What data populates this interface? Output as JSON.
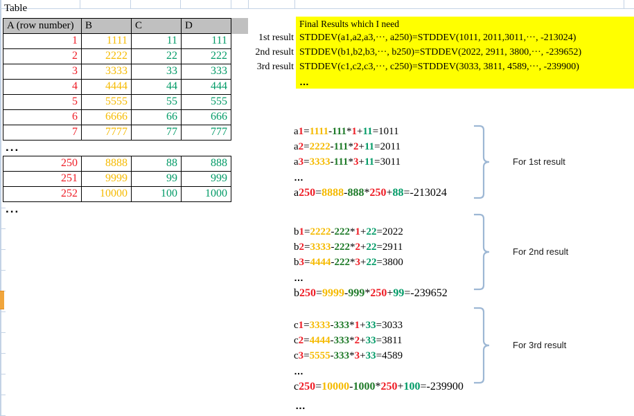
{
  "sheet": {
    "title": "Table",
    "grid": {
      "line_color": "#c3d2e5",
      "v_positions": [
        0,
        115,
        188,
        260,
        333,
        358,
        425,
        900
      ],
      "h_positions": [
        12,
        300,
        330,
        360,
        390,
        420,
        450,
        480,
        510,
        540,
        570,
        600
      ],
      "row_marker_color": "#f0a53c"
    }
  },
  "table": {
    "name": "Table",
    "headers": [
      "A (row number)",
      "B",
      "C",
      "D"
    ],
    "rows": [
      [
        "1",
        "1111",
        "11",
        "111"
      ],
      [
        "2",
        "2222",
        "22",
        "222"
      ],
      [
        "3",
        "3333",
        "33",
        "333"
      ],
      [
        "4",
        "4444",
        "44",
        "444"
      ],
      [
        "5",
        "5555",
        "55",
        "555"
      ],
      [
        "6",
        "6666",
        "66",
        "666"
      ],
      [
        "7",
        "7777",
        "77",
        "777"
      ]
    ],
    "gap_ellipsis": "...",
    "rows_tail": [
      [
        "250",
        "8888",
        "88",
        "888"
      ],
      [
        "251",
        "9999",
        "99",
        "999"
      ],
      [
        "252",
        "10000",
        "100",
        "1000"
      ]
    ],
    "end_ellipsis": "...",
    "colors": {
      "column_a": "#ee1c25",
      "column_b": "#f5ba00",
      "column_c": "#009a66",
      "column_d": "#009a66",
      "header_bg": "#c0c0c0"
    }
  },
  "final_results": {
    "highlight_color": "#ffff00",
    "heading": "Final Results which I need",
    "labels": [
      "1st result",
      "2nd result",
      "3rd result"
    ],
    "lines": [
      "STDDEV(a1,a2,a3,···, a250)=STDDEV(1011, 2011,3011,···, -213024)",
      "STDDEV(b1,b2,b3,···, b250)=STDDEV(2022, 2911, 3800,···, -239652)",
      "STDDEV(c1,c2,c3,···, c250)=STDDEV(3033, 3811, 4589,···, -239900)"
    ],
    "trailing_ellipsis": "…"
  },
  "groups": [
    {
      "caption": "For 1st result",
      "ellipsis": "…",
      "lines": [
        {
          "var": "a",
          "idx": "1",
          "b": "1111",
          "mult": "111",
          "n": "1",
          "add": "11",
          "result": "1011"
        },
        {
          "var": "a",
          "idx": "2",
          "b": "2222",
          "mult": "111",
          "n": "2",
          "add": "11",
          "result": "2011"
        },
        {
          "var": "a",
          "idx": "3",
          "b": "3333",
          "mult": "111",
          "n": "3",
          "add": "11",
          "result": "3011"
        },
        {
          "var": "a",
          "idx": "250",
          "b": "8888",
          "mult": "888",
          "n": "250",
          "add": "88",
          "result": "-213024"
        }
      ]
    },
    {
      "caption": "For  2nd result",
      "ellipsis": "…",
      "lines": [
        {
          "var": "b",
          "idx": "1",
          "b": "2222",
          "mult": "222",
          "n": "1",
          "add": "22",
          "result": "2022"
        },
        {
          "var": "b",
          "idx": "2",
          "b": "3333",
          "mult": "222",
          "n": "2",
          "add": "22",
          "result": "2911"
        },
        {
          "var": "b",
          "idx": "3",
          "b": "4444",
          "mult": "222",
          "n": "3",
          "add": "22",
          "result": "3800"
        },
        {
          "var": "b",
          "idx": "250",
          "b": "9999",
          "mult": "999",
          "n": "250",
          "add": "99",
          "result": "-239652"
        }
      ]
    },
    {
      "caption": "For 3rd result",
      "ellipsis": "…",
      "lines": [
        {
          "var": "c",
          "idx": "1",
          "b": "3333",
          "mult": "333",
          "n": "1",
          "add": "33",
          "result": "3033"
        },
        {
          "var": "c",
          "idx": "2",
          "b": "4444",
          "mult": "333",
          "n": "2",
          "add": "33",
          "result": "3811"
        },
        {
          "var": "c",
          "idx": "3",
          "b": "5555",
          "mult": "333",
          "n": "3",
          "add": "33",
          "result": "4589"
        },
        {
          "var": "c",
          "idx": "250",
          "b": "10000",
          "mult": "1000",
          "n": "250",
          "add": "100",
          "result": "-239900"
        }
      ]
    }
  ],
  "bottom_ellipsis": "…",
  "palette": {
    "red": "#ee1c25",
    "amber": "#f5ba00",
    "green": "#1e7a28",
    "teal_green": "#009a66",
    "brace_blue": "#9db7d4",
    "highlight": "#ffff00"
  }
}
